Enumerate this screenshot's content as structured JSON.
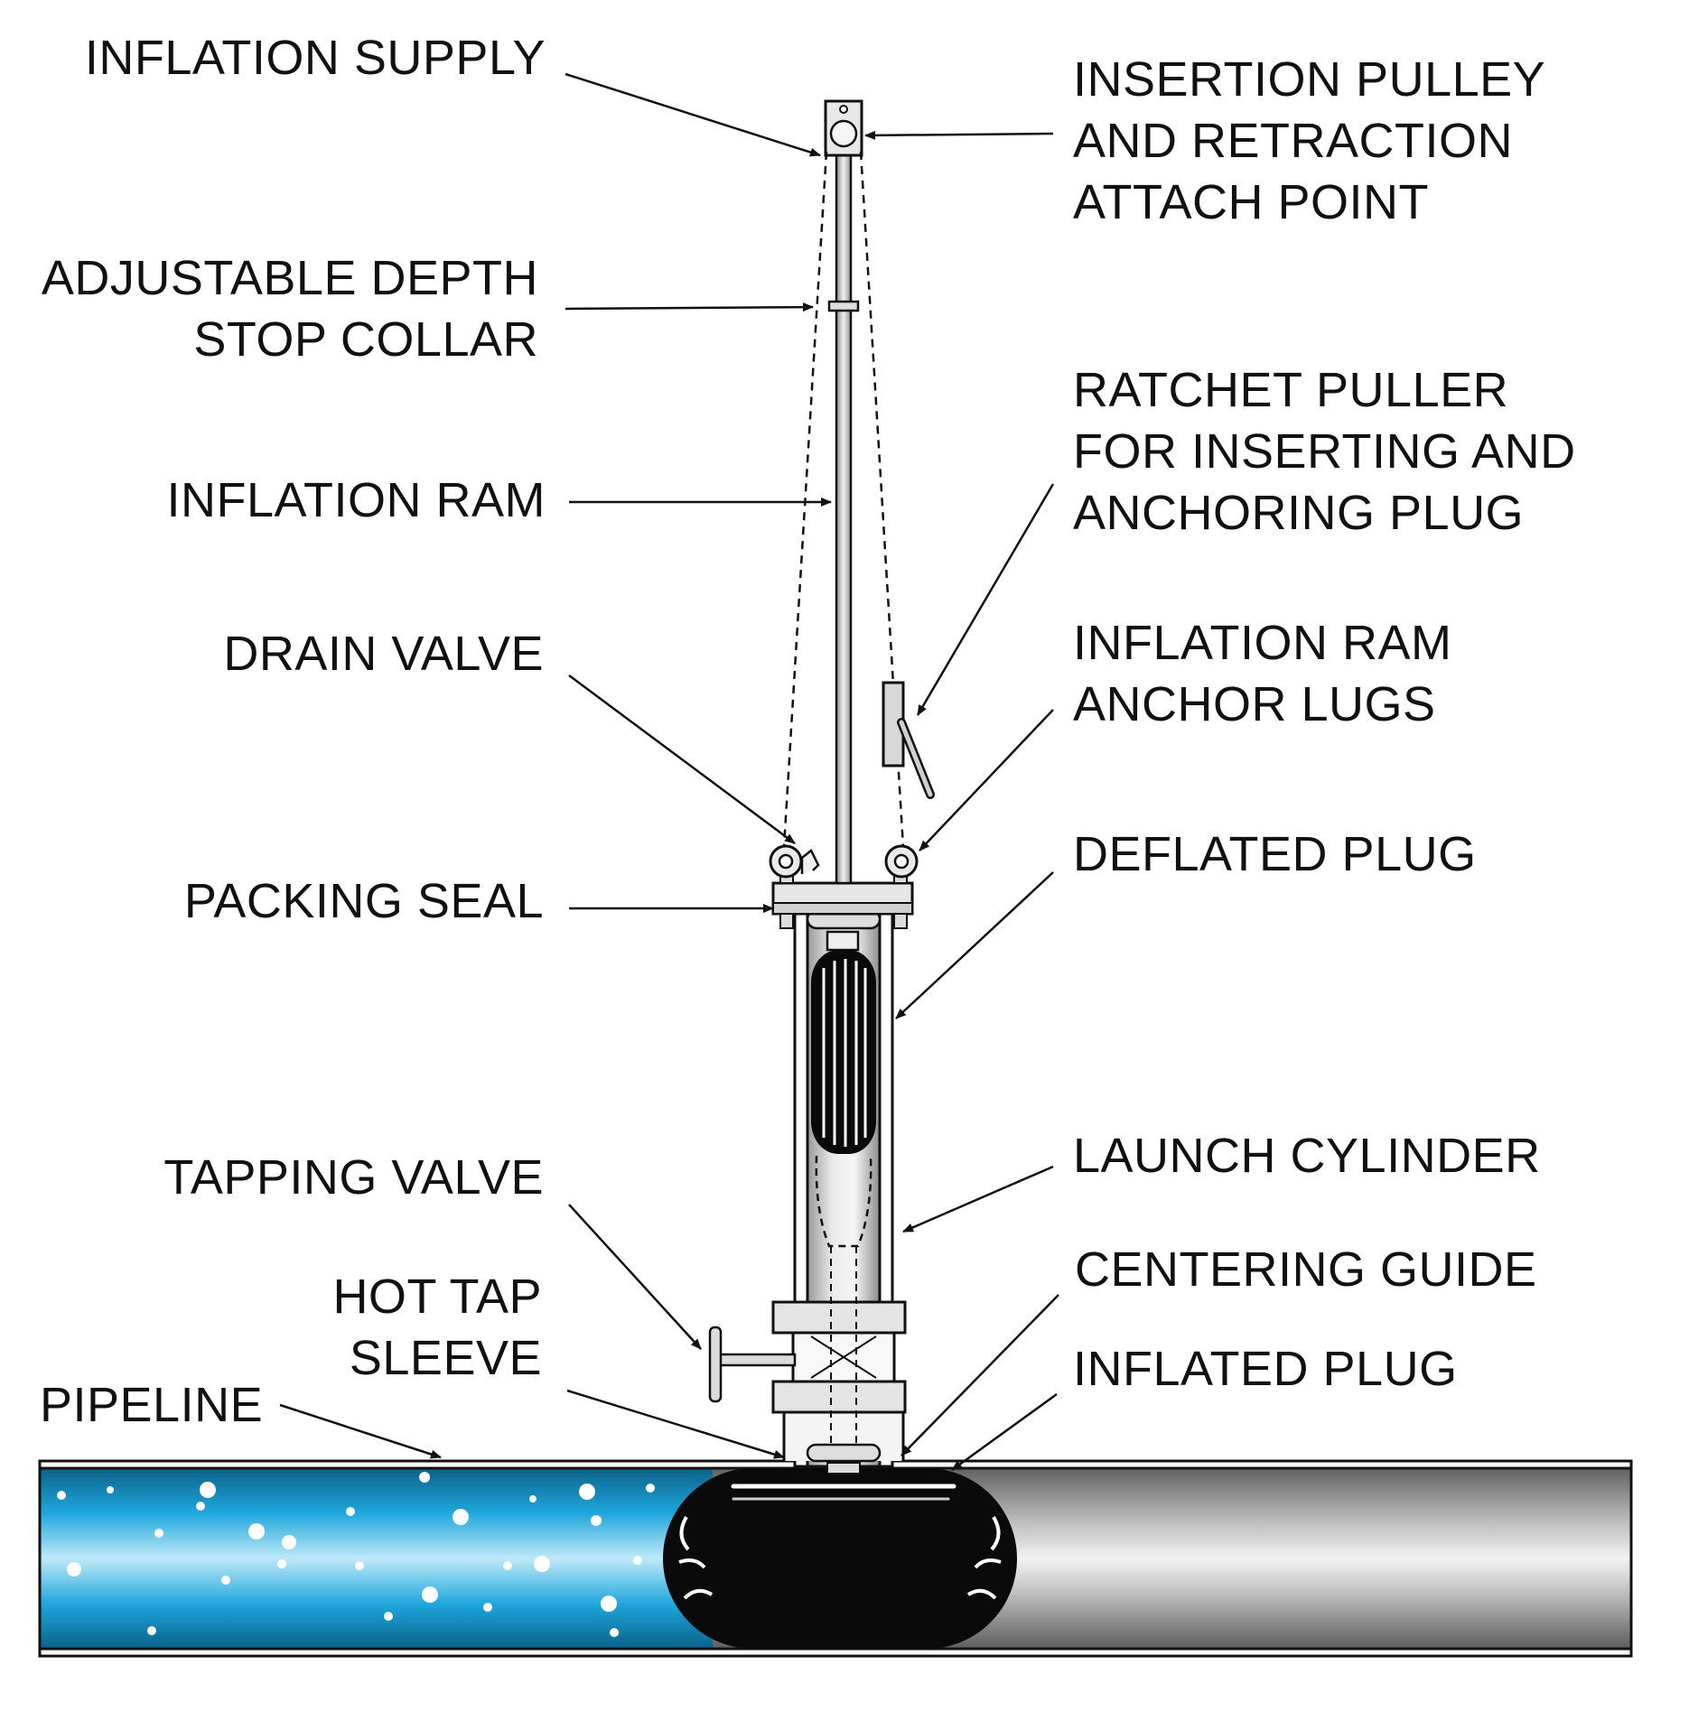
{
  "colors": {
    "ink": "#111111",
    "water_blue": "#1b8fc4",
    "pipe_gray": "#8a8a8a",
    "plug_black": "#0a0a0a",
    "steel_light": "#e2e2e2"
  },
  "labels": {
    "inflation_supply": [
      "INFLATION SUPPLY"
    ],
    "adjustable_depth_stop_collar": [
      "ADJUSTABLE DEPTH",
      "STOP COLLAR"
    ],
    "inflation_ram": [
      "INFLATION RAM"
    ],
    "drain_valve": [
      "DRAIN VALVE"
    ],
    "packing_seal": [
      "PACKING SEAL"
    ],
    "tapping_valve": [
      "TAPPING VALVE"
    ],
    "hot_tap_sleeve": [
      "HOT TAP",
      "SLEEVE"
    ],
    "pipeline": [
      "PIPELINE"
    ],
    "insertion_pulley": [
      "INSERTION PULLEY",
      "AND RETRACTION",
      "ATTACH POINT"
    ],
    "ratchet_puller": [
      "RATCHET PULLER",
      "FOR INSERTING AND",
      "ANCHORING PLUG"
    ],
    "anchor_lugs": [
      "INFLATION RAM",
      "ANCHOR LUGS"
    ],
    "deflated_plug": [
      "DEFLATED PLUG"
    ],
    "launch_cylinder": [
      "LAUNCH CYLINDER"
    ],
    "centering_guide": [
      "CENTERING GUIDE"
    ],
    "inflated_plug": [
      "INFLATED PLUG"
    ]
  }
}
